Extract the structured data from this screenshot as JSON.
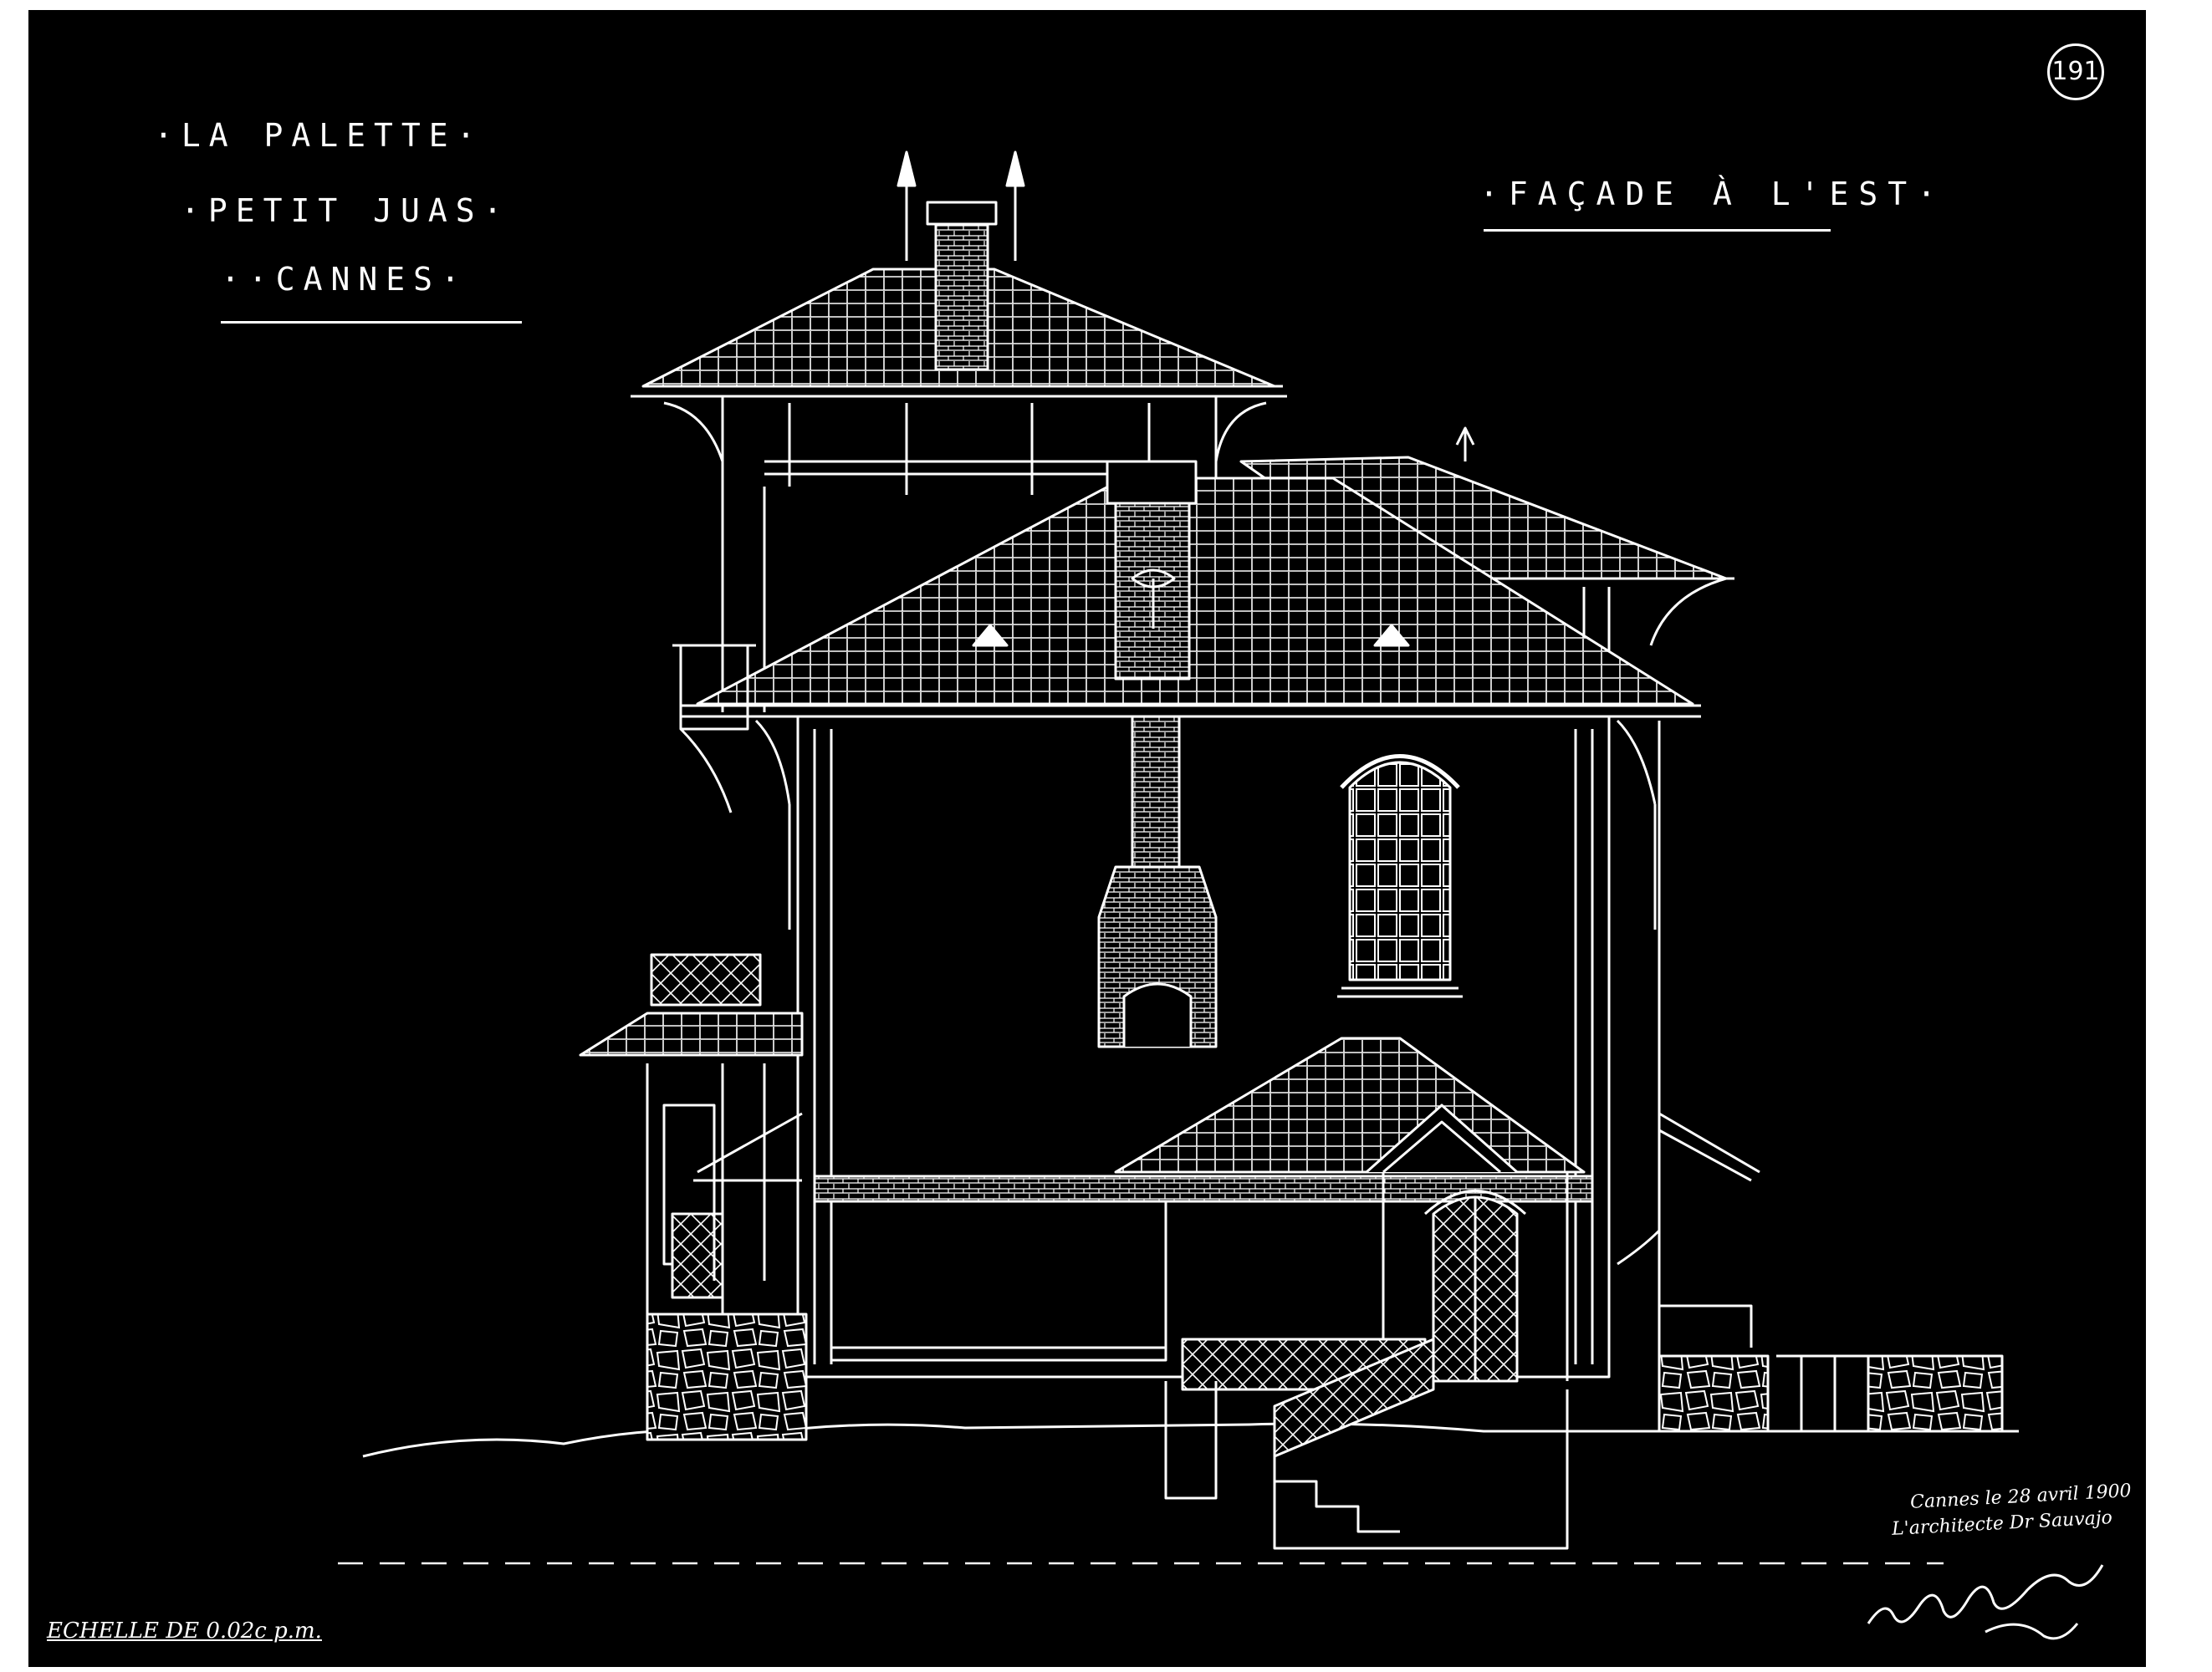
{
  "title": {
    "line1": "·LA PALETTE·",
    "line2": "·PETIT JUAS·",
    "line3": "··CANNES·"
  },
  "view_label": "·FAÇADE À L'EST·",
  "sheet_number": "191",
  "scale_note": "ECHELLE DE 0.02c p.m.",
  "date_note": "Cannes le 28 avril 1900",
  "architect_note": "L'architecte Dr Sauvajo",
  "colors": {
    "sheet": "#000000",
    "lines": "#ffffff",
    "margin": "#ffffff"
  }
}
